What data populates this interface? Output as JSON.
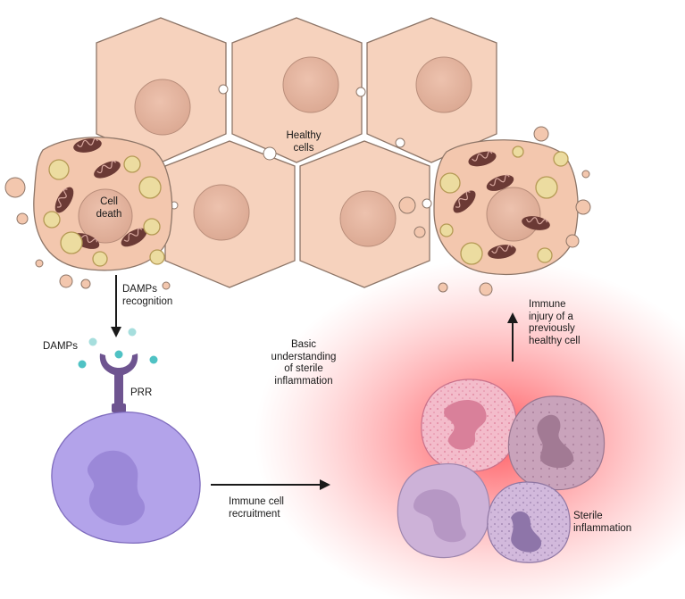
{
  "labels": {
    "healthy_cells": "Healthy\ncells",
    "cell_death": "Cell\ndeath",
    "damps_recognition": "DAMPs\nrecognition",
    "damps": "DAMPs",
    "prr": "PRR",
    "basic_understanding": "Basic\nunderstanding\nof sterile\ninflammation",
    "immune_injury": "Immune\ninjury of a\npreviously\nhealthy cell",
    "immune_cell_recruitment": "Immune cell\nrecruitment",
    "sterile_inflammation": "Sterile\ninflammation"
  },
  "colors": {
    "healthy_cell_fill": "#f6d2bd",
    "healthy_cell_stroke": "#8e7668",
    "nucleus_fill": "#e8b7a2",
    "mitochondria": "#6b3a35",
    "vesicle": "#ecdca0",
    "damp_dot": "#4fc2c4",
    "receptor": "#6e5490",
    "immune_cell": "#b3a3ea",
    "inflammation_glow": "#ff4a50",
    "neutrophil_pink": "#f2b8c9",
    "neutrophil_mauve": "#c7a5bf",
    "neutrophil_lilac": "#cdb2d8",
    "arrow": "#1a1a1a"
  },
  "icons": [
    "damage-associated-molecular-pattern-dots",
    "pattern-recognition-receptor-icon",
    "macrophage-icon",
    "neutrophil-icon",
    "mitochondria-icon"
  ]
}
